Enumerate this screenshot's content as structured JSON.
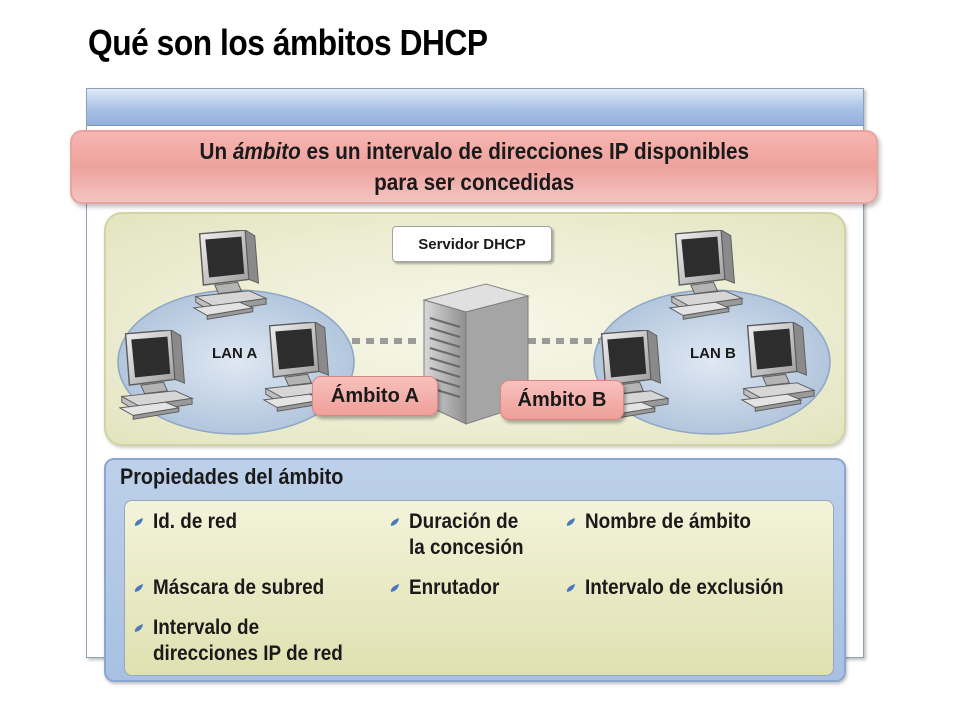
{
  "title": "Qué son los ámbitos DHCP",
  "banner": {
    "line1_pre": "Un ",
    "line1_em": "ámbito",
    "line1_post": " es un intervalo de direcciones IP disponibles",
    "line2": "para ser concedidas"
  },
  "diagram": {
    "server_label": "Servidor DHCP",
    "lan_a": "LAN A",
    "lan_b": "LAN B",
    "scope_a": "Ámbito A",
    "scope_b": "Ámbito B"
  },
  "properties": {
    "heading": "Propiedades del ámbito",
    "items": [
      "Id. de red",
      "Duración de",
      "la concesión",
      "Nombre de ámbito",
      "Máscara de subred",
      "Enrutador",
      "Intervalo de exclusión",
      "Intervalo de",
      "direcciones IP de red"
    ]
  },
  "colors": {
    "banner": "#eea29d",
    "network_bg": "#ecedd2",
    "props_bg": "#a8c0e2",
    "bullet": "#4a78b8"
  }
}
